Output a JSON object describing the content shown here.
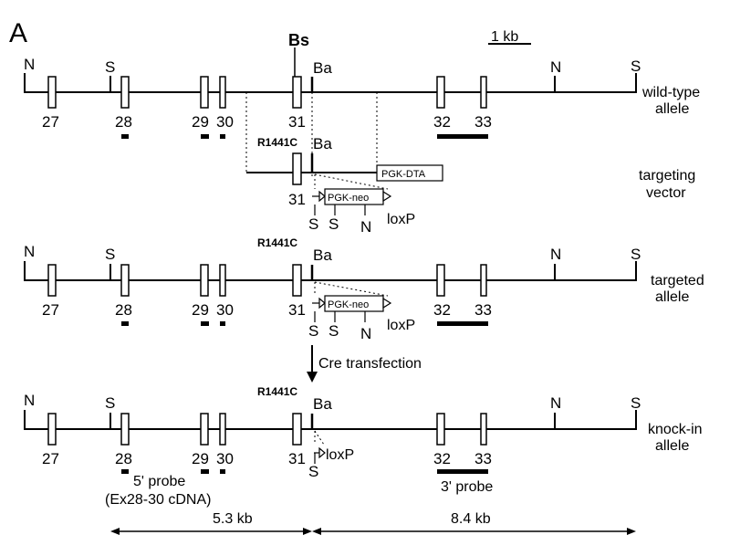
{
  "figure": {
    "panel_label": "A",
    "scale_bar": "1 kb",
    "colors": {
      "line": "#000000",
      "background": "#ffffff"
    }
  },
  "labels": {
    "bs": "Bs",
    "ba": "Ba",
    "n": "N",
    "s": "S",
    "mutation": "R1441C",
    "loxp": "loxP",
    "pgk_neo": "PGK-neo",
    "pgk_dta": "PGK-DTA",
    "cre": "Cre transfection",
    "probe5": "5' probe",
    "probe5_source": "(Ex28-30 cDNA)",
    "probe3": "3' probe",
    "dist_left": "5.3 kb",
    "dist_right": "8.4 kb"
  },
  "exons": [
    "27",
    "28",
    "29",
    "30",
    "31",
    "32",
    "33"
  ],
  "rows": {
    "wild_type": [
      "wild-type",
      "allele"
    ],
    "targeting": [
      "targeting",
      "vector"
    ],
    "targeted": [
      "targeted",
      "allele"
    ],
    "knock_in": [
      "knock-in",
      "allele"
    ]
  }
}
